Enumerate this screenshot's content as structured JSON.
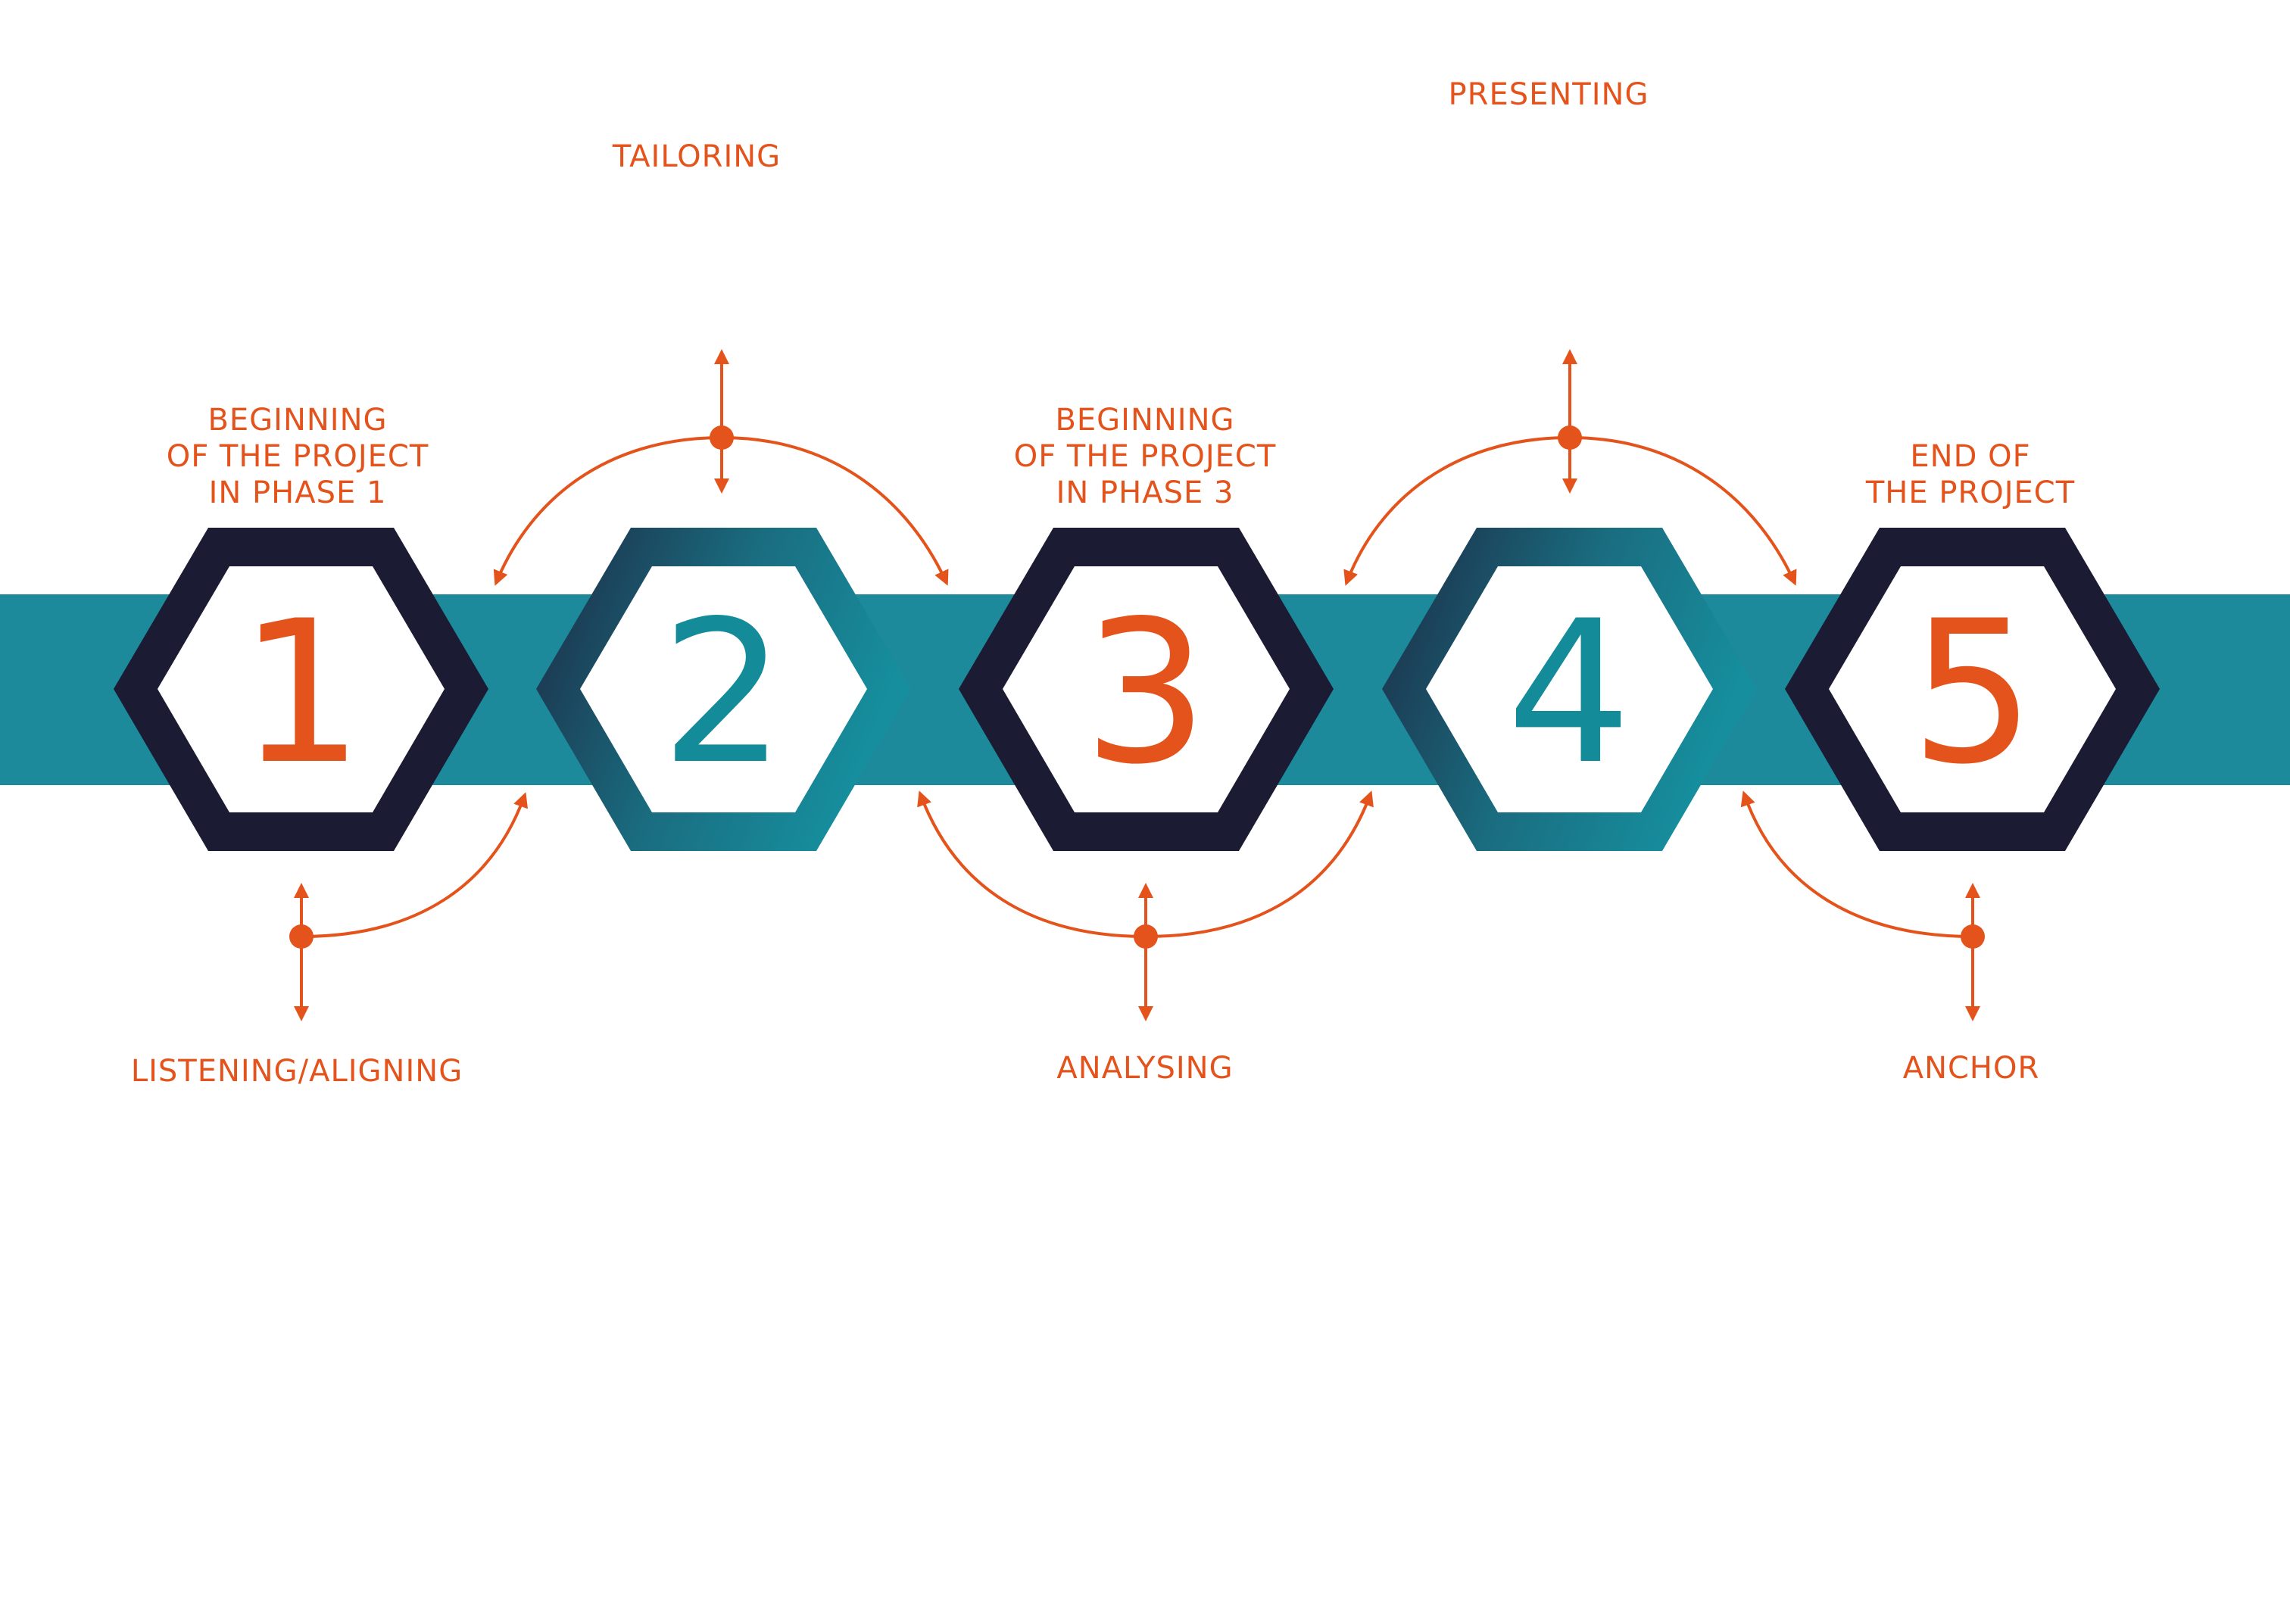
{
  "colors": {
    "band": "#1d8a9b",
    "hex_dark": "#1b1b33",
    "hex_gradient_start": "#1c2a44",
    "hex_gradient_end": "#168e9d",
    "orange": "#e4531b",
    "teal_number": "#138b99",
    "background": "#ffffff"
  },
  "steps": [
    {
      "number": "1",
      "number_color": "#e4531b",
      "style": "dark"
    },
    {
      "number": "2",
      "number_color": "#138b99",
      "style": "gradient"
    },
    {
      "number": "3",
      "number_color": "#e4531b",
      "style": "dark"
    },
    {
      "number": "4",
      "number_color": "#138b99",
      "style": "gradient"
    },
    {
      "number": "5",
      "number_color": "#e4531b",
      "style": "dark"
    }
  ],
  "labels": {
    "presenting": "PRESENTING",
    "tailoring": "TAILORING",
    "listening": "LISTENING/ALIGNING",
    "analysing": "ANALYSING",
    "anchor": "ANCHOR",
    "milestone_1": [
      "BEGINNING",
      "OF THE PROJECT",
      "IN PHASE 1"
    ],
    "milestone_3": [
      "BEGINNING",
      "OF THE PROJECT",
      "IN PHASE 3"
    ],
    "milestone_5": [
      "END OF",
      "THE PROJECT"
    ]
  }
}
